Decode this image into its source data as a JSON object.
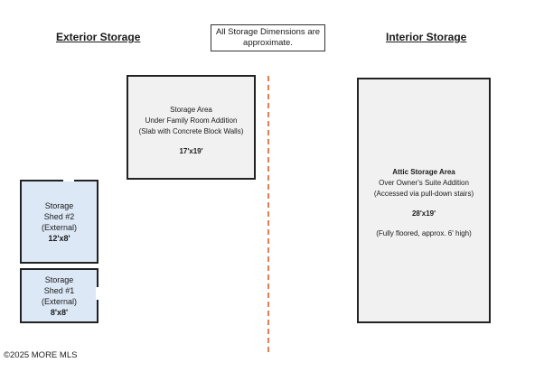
{
  "headings": {
    "exterior": "Exterior Storage",
    "interior": "Interior Storage"
  },
  "note": {
    "line1": "All Storage Dimensions are",
    "line2": "approximate."
  },
  "rooms": {
    "under_family_room": {
      "line1": "Storage Area",
      "line2": "Under Family Room Addition",
      "line3": "(Slab with Concrete Block Walls)",
      "size": "17'x19'"
    },
    "shed2": {
      "line1": "Storage",
      "line2": "Shed #2",
      "line3": "(External)",
      "size": "12'x8'"
    },
    "shed1": {
      "line1": "Storage",
      "line2": "Shed #1",
      "line3": "(External)",
      "size": "8'x8'"
    },
    "attic": {
      "line1": "Attic Storage Area",
      "line2": "Over Owner's Suite Addition",
      "line3": "(Accessed via pull-down stairs)",
      "size": "28'x19'",
      "note": "(Fully floored, approx. 6' high)"
    }
  },
  "colors": {
    "divider": "#d9602a",
    "shed_fill": "#dce8f6",
    "room_fill": "#f1f1f1"
  },
  "copyright": "©2025 MORE MLS"
}
